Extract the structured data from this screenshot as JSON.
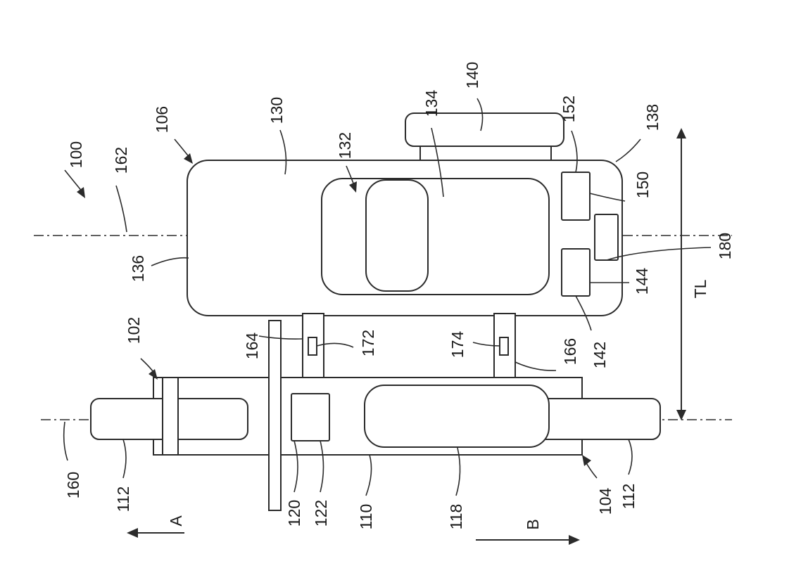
{
  "figure": {
    "labels": {
      "system": "100",
      "tractor": "102",
      "tractor_rear": "104",
      "implement": "106",
      "body_frame": "110",
      "wheel_left": "112",
      "wheel_right": "112",
      "cab": "118",
      "component_120": "120",
      "component_122": "122",
      "implement_body": "130",
      "hopper_assembly": "132",
      "hopper": "134",
      "front_edge": "136",
      "rear_edge": "138",
      "rear_module": "140",
      "box_142": "142",
      "box_144": "144",
      "box_150": "150",
      "box_152": "152",
      "axis_160": "160",
      "axis_162": "162",
      "hitch_left": "164",
      "hitch_right": "166",
      "sensor_172": "172",
      "sensor_174": "174",
      "sensor_180": "180",
      "dimension_tl": "TL",
      "direction_a": "A",
      "direction_b": "B"
    }
  }
}
